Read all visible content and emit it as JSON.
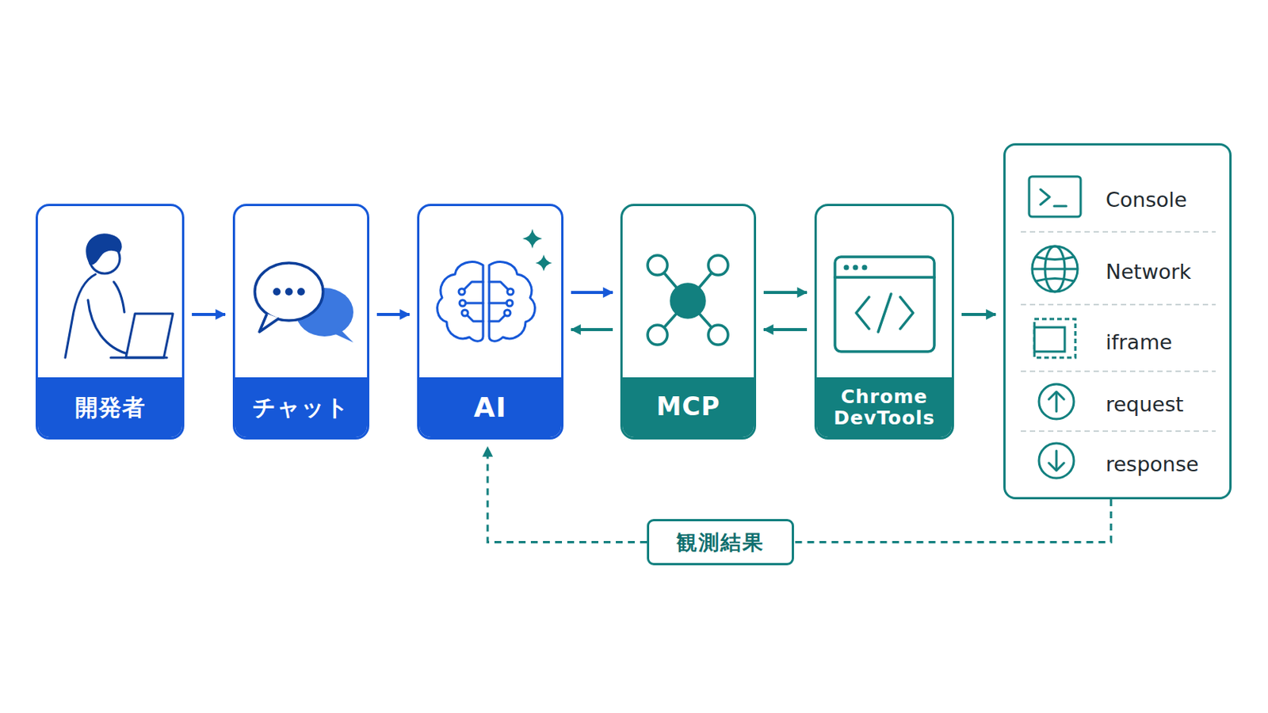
{
  "diagram": {
    "nodes": [
      {
        "text": [
          "開発者"
        ]
      },
      {
        "text": [
          "チャット"
        ]
      },
      {
        "text": [
          "AI"
        ]
      },
      {
        "text": [
          "MCP"
        ]
      },
      {
        "text": [
          "Chrome DevTools"
        ]
      },
      {
        "text": [
          "Console",
          "Network",
          "iframe",
          "request",
          "response"
        ]
      },
      {
        "text": [
          "観測結果"
        ]
      }
    ],
    "edges": [
      {
        "from": 0,
        "to": 1,
        "arrow": "to"
      },
      {
        "from": 1,
        "to": 2,
        "arrow": "to"
      },
      {
        "from": 2,
        "to": 3,
        "arrow": "to"
      },
      {
        "from": 3,
        "to": 2,
        "arrow": "to"
      },
      {
        "from": 3,
        "to": 4,
        "arrow": "to"
      },
      {
        "from": 4,
        "to": 3,
        "arrow": "to"
      },
      {
        "from": 4,
        "to": 5,
        "arrow": "to"
      },
      {
        "from": 5,
        "to": 6,
        "arrow": "none"
      },
      {
        "from": 6,
        "to": 2,
        "arrow": "to"
      }
    ]
  }
}
